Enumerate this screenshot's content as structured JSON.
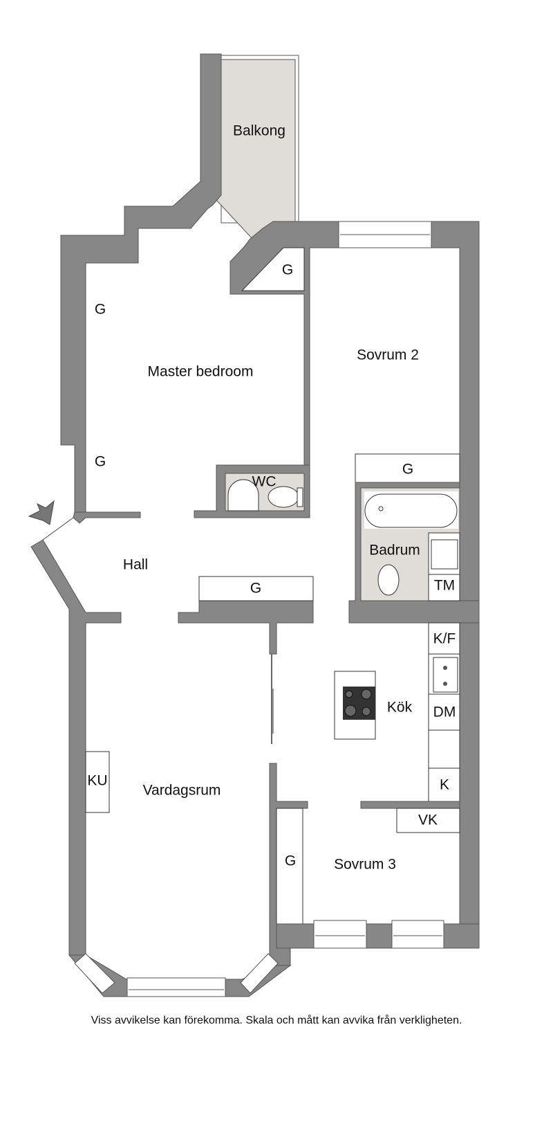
{
  "rooms": {
    "balcony": "Balkong",
    "master_bedroom": "Master bedroom",
    "bedroom_2": "Sovrum 2",
    "bedroom_3": "Sovrum 3",
    "wc": "WC",
    "bathroom": "Badrum",
    "hall": "Hall",
    "kitchen": "Kök",
    "living_room": "Vardagsrum"
  },
  "fixtures": {
    "closet_label": "G",
    "washing_machine": "TM",
    "fridge_freezer": "K/F",
    "dishwasher": "DM",
    "fridge": "K",
    "water_heater": "VK",
    "tiled_stove": "KU"
  },
  "colors": {
    "wall": "#878787",
    "wet_floor": "#e0dcd7"
  },
  "footer": {
    "disclaimer": "Viss avvikelse kan förekomma. Skala och mått kan avvika från verkligheten."
  }
}
